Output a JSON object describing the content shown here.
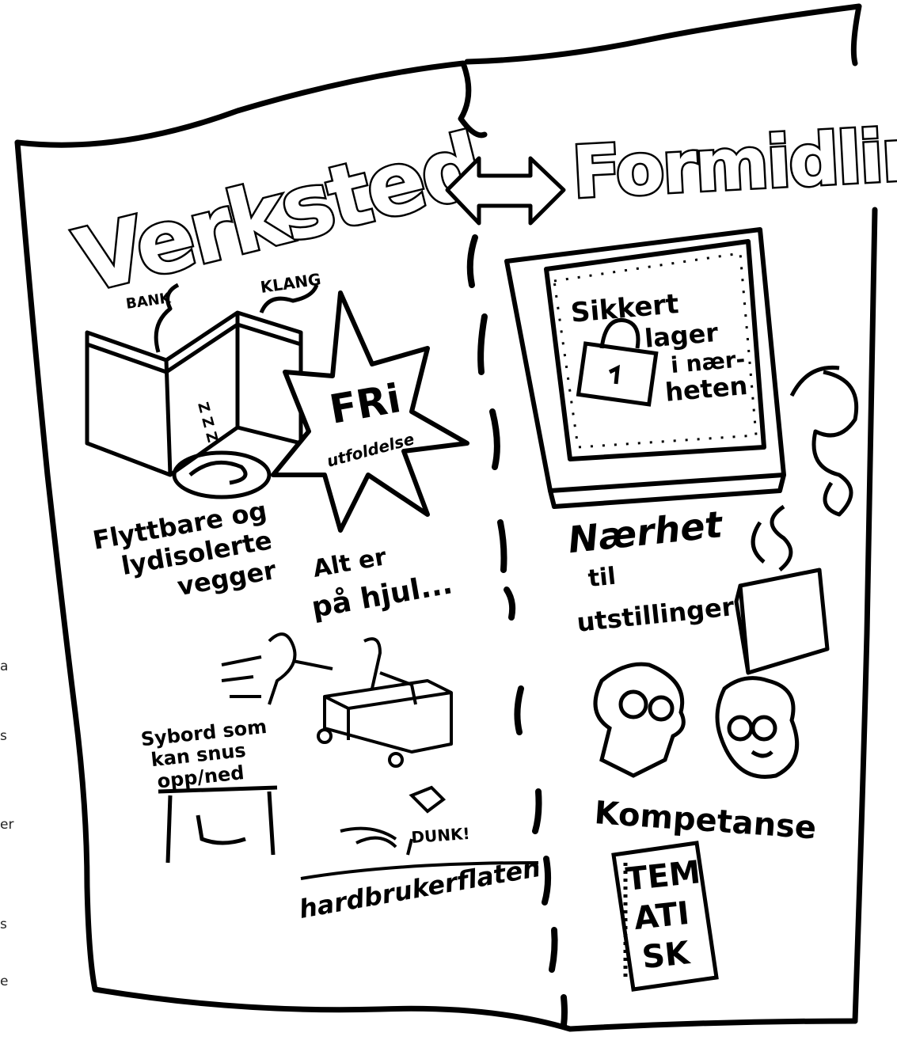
{
  "left_title": "Verksted",
  "right_title": "Formidling",
  "left_items": {
    "bank": "BANK",
    "klang": "KLANG",
    "sleep": "Z Z Z",
    "fri": "FRi",
    "utfoldelse": "utfoldelse",
    "walls_line1": "Flyttbare og",
    "walls_line2": "lydisolerte",
    "walls_line3": "vegger",
    "wheels_line1": "Alt er",
    "wheels_line2": "på hjul...",
    "table_line1": "Sybord som",
    "table_line2": "kan snus",
    "table_line3": "opp/ned",
    "dunk": "DUNK!",
    "hardsurface": "hardbrukerflaten"
  },
  "right_items": {
    "storage_line1": "Sikkert",
    "storage_line2": "lager",
    "storage_line3": "i nær-",
    "storage_line4": "heten",
    "proximity_line1": "Nærhet",
    "proximity_line2": "til",
    "proximity_line3": "utstillinger",
    "competence": "Kompetanse",
    "thematic_line1": "TEM",
    "thematic_line2": "ATI",
    "thematic_line3": "SK"
  },
  "side_fragments": [
    "a",
    "s",
    "er",
    "s",
    "e"
  ]
}
